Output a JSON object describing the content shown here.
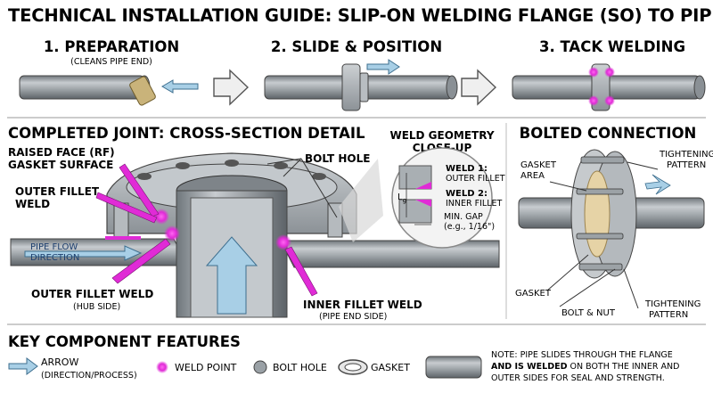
{
  "title": "TECHNICAL INSTALLATION GUIDE: SLIP-ON WELDING FLANGE (SO) TO PIPE",
  "steps": [
    {
      "label": "1. PREPARATION",
      "caption": "(CLEANS PIPE END)"
    },
    {
      "label": "2. SLIDE & POSITION",
      "caption": ""
    },
    {
      "label": "3. TACK WELDING",
      "caption": ""
    }
  ],
  "cross_section": {
    "heading": "COMPLETED JOINT: CROSS-SECTION DETAIL",
    "labels": {
      "raised_face_1": "RAISED FACE (RF)",
      "raised_face_2": "GASKET SURFACE",
      "bolt_hole": "BOLT HOLE",
      "outer_fillet_top_1": "OUTER FILLET",
      "outer_fillet_top_2": "WELD",
      "flow_1": "PIPE FLOW",
      "flow_2": "DIRECTION",
      "outer_fillet_hub": "OUTER FILLET WELD",
      "outer_fillet_hub_sub": "(HUB SIDE)",
      "inner_fillet": "INNER FILLET WELD",
      "inner_fillet_sub": "(PIPE END SIDE)"
    }
  },
  "closeup": {
    "heading_1": "WELD GEOMETRY",
    "heading_2": "CLOSE-UP",
    "weld1_a": "WELD 1:",
    "weld1_b": "OUTER FILLET",
    "weld2_a": "WELD 2:",
    "weld2_b": "INNER FILLET",
    "gap_a": "MIN. GAP",
    "gap_b": "(e.g., 1/16\")",
    "dim": "L",
    "dim_sub": "g"
  },
  "bolted": {
    "heading": "BOLTED CONNECTION",
    "gasket_area_1": "GASKET",
    "gasket_area_2": "AREA",
    "pattern_top_1": "TIGHTENING",
    "pattern_top_2": "PATTERN",
    "gasket": "GASKET",
    "bolt_nut": "BOLT & NUT",
    "pattern_bot_1": "TIGHTENING",
    "pattern_bot_2": "PATTERN"
  },
  "key": {
    "heading": "KEY COMPONENT FEATURES",
    "arrow_1": "ARROW",
    "arrow_2": "(DIRECTION/PROCESS)",
    "weld_point": "WELD POINT",
    "bolt_hole": "BOLT HOLE",
    "gasket": "GASKET",
    "note_1": "NOTE: PIPE SLIDES THROUGH THE FLANGE",
    "note_2a": "AND IS WELDED",
    "note_2b": " ON BOTH THE INNER AND",
    "note_3": "OUTER SIDES FOR SEAL AND STRENGTH."
  },
  "colors": {
    "steel": "#9aa1a6",
    "steel_dark": "#6b7176",
    "weld": "#e02bd6",
    "arrow": "#a8cfe6",
    "gasket": "#e6d3a6"
  }
}
